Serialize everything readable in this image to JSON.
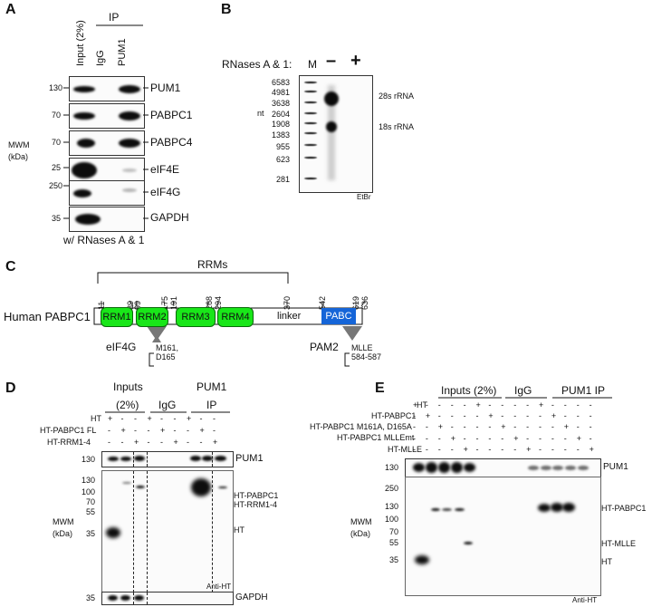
{
  "panelA": {
    "label": "A",
    "ip_header": "IP",
    "lanes": [
      "Input (2%)",
      "IgG",
      "PUM1"
    ],
    "rows": [
      {
        "mw": "130",
        "protein": "PUM1"
      },
      {
        "mw": "70",
        "protein": "PABPC1"
      },
      {
        "mw": "70",
        "protein": "PABPC4"
      },
      {
        "mw": "25",
        "protein": "eIF4E"
      },
      {
        "mw": "250",
        "protein": "eIF4G"
      },
      {
        "mw": "35",
        "protein": "GAPDH"
      }
    ],
    "mwm": "MWM",
    "kda": "(kDa)",
    "footer": "w/ RNases A & 1"
  },
  "panelB": {
    "label": "B",
    "treatment": "RNases A & 1:",
    "lane_m": "M",
    "lane_minus": "–",
    "lane_plus": "+",
    "nt": "nt",
    "markers": [
      "6583",
      "4981",
      "3638",
      "2604",
      "1908",
      "1383",
      "955",
      "623",
      "281"
    ],
    "bands": [
      "28s rRNA",
      "18s rRNA"
    ],
    "stain": "EtBr"
  },
  "panelC": {
    "label": "C",
    "rrms": "RRMs",
    "protein": "Human PABPC1",
    "positions": [
      "11",
      "89",
      "99",
      "175",
      "191",
      "268",
      "294",
      "370",
      "542",
      "619",
      "636"
    ],
    "domains": [
      "RRM1",
      "RRM2",
      "RRM3",
      "RRM4",
      "linker",
      "PABC"
    ],
    "eif4g": "eIF4G",
    "mutation1": "M161,\nD165",
    "pam2": "PAM2",
    "mutation2": "MLLE\n584-587"
  },
  "panelD": {
    "label": "D",
    "inputs": "Inputs",
    "pct": "(2%)",
    "igg": "IgG",
    "pum1": "PUM1",
    "ip": "IP",
    "conditions": [
      {
        "name": "HT",
        "signs": [
          "+",
          "-",
          "-",
          "+",
          "-",
          "-",
          "+",
          "-",
          "-"
        ]
      },
      {
        "name": "HT-PABPC1 FL",
        "signs": [
          "-",
          "+",
          "-",
          "-",
          "+",
          "-",
          "-",
          "+",
          "-"
        ]
      },
      {
        "name": "HT-RRM1-4",
        "signs": [
          "-",
          "-",
          "+",
          "-",
          "-",
          "+",
          "-",
          "-",
          "+"
        ]
      }
    ],
    "top_mw": "130",
    "top_protein": "PUM1",
    "markers": [
      "130",
      "100",
      "70",
      "55",
      "35"
    ],
    "mwm": "MWM",
    "kda": "(kDa)",
    "right_labels": [
      "HT-PABPC1",
      "HT-RRM1-4",
      "HT"
    ],
    "antibody": "Anti-HT",
    "bottom_mw": "35",
    "bottom_protein": "GAPDH"
  },
  "panelE": {
    "label": "E",
    "inputs": "Inputs (2%)",
    "igg": "IgG",
    "pum1ip": "PUM1 IP",
    "conditions": [
      {
        "name": "HT",
        "signs": [
          "+",
          "-",
          "-",
          "-",
          "-",
          "+",
          "-",
          "-",
          "-",
          "-",
          "+",
          "-",
          "-",
          "-",
          "-"
        ]
      },
      {
        "name": "HT-PABPC1",
        "signs": [
          "-",
          "+",
          "-",
          "-",
          "-",
          "-",
          "+",
          "-",
          "-",
          "-",
          "-",
          "+",
          "-",
          "-",
          "-"
        ]
      },
      {
        "name": "HT-PABPC1 M161A, D165A",
        "signs": [
          "-",
          "-",
          "+",
          "-",
          "-",
          "-",
          "-",
          "+",
          "-",
          "-",
          "-",
          "-",
          "+",
          "-",
          "-"
        ]
      },
      {
        "name": "HT-PABPC1 MLLEmt",
        "signs": [
          "-",
          "-",
          "-",
          "+",
          "-",
          "-",
          "-",
          "-",
          "+",
          "-",
          "-",
          "-",
          "-",
          "+",
          "-"
        ]
      },
      {
        "name": "HT-MLLE",
        "signs": [
          "-",
          "-",
          "-",
          "-",
          "+",
          "-",
          "-",
          "-",
          "-",
          "+",
          "-",
          "-",
          "-",
          "-",
          "+"
        ]
      }
    ],
    "top_mw": "130",
    "top_protein": "PUM1",
    "markers": [
      "250",
      "130",
      "100",
      "70",
      "55",
      "35"
    ],
    "mwm": "MWM",
    "kda": "(kDa)",
    "right_labels": [
      "HT-PABPC1",
      "HT-MLLE",
      "HT"
    ],
    "antibody": "Anti-HT"
  }
}
